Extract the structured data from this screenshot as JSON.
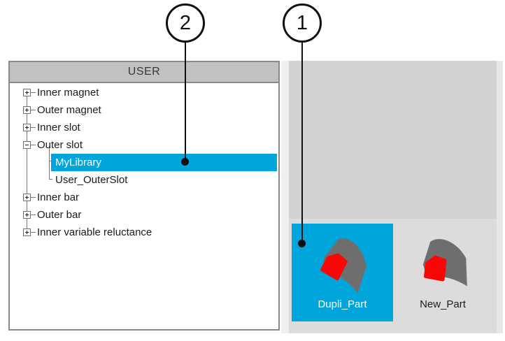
{
  "colors": {
    "accent_blue": "#00a5dc",
    "panel_gray": "#d2d2d2",
    "parts_area_gray": "#dcdcdc",
    "header_gray": "#c1c1c1",
    "border_gray": "#8a8a8a",
    "icon_gray": "#6e6e6e",
    "icon_red": "#f90707",
    "divider_gray": "#efefef",
    "scrollbar_gray": "#e7e7e7"
  },
  "callouts": [
    {
      "number": "1"
    },
    {
      "number": "2"
    }
  ],
  "user_panel": {
    "title": "USER",
    "tree": [
      {
        "label": "Inner magnet",
        "level": 0,
        "state": "collapsed",
        "selected": false
      },
      {
        "label": "Outer magnet",
        "level": 0,
        "state": "collapsed",
        "selected": false
      },
      {
        "label": "Inner slot",
        "level": 0,
        "state": "collapsed",
        "selected": false
      },
      {
        "label": "Outer slot",
        "level": 0,
        "state": "expanded",
        "selected": false
      },
      {
        "label": "MyLibrary",
        "level": 1,
        "state": "leaf",
        "selected": true
      },
      {
        "label": "User_OuterSlot",
        "level": 1,
        "state": "leaf",
        "selected": false
      },
      {
        "label": "Inner bar",
        "level": 0,
        "state": "collapsed",
        "selected": false
      },
      {
        "label": "Outer bar",
        "level": 0,
        "state": "collapsed",
        "selected": false
      },
      {
        "label": "Inner variable reluctance",
        "level": 0,
        "state": "collapsed",
        "selected": false
      }
    ]
  },
  "library_panel": {
    "parts": [
      {
        "name": "Dupli_Part",
        "selected": true
      },
      {
        "name": "New_Part",
        "selected": false
      }
    ]
  }
}
